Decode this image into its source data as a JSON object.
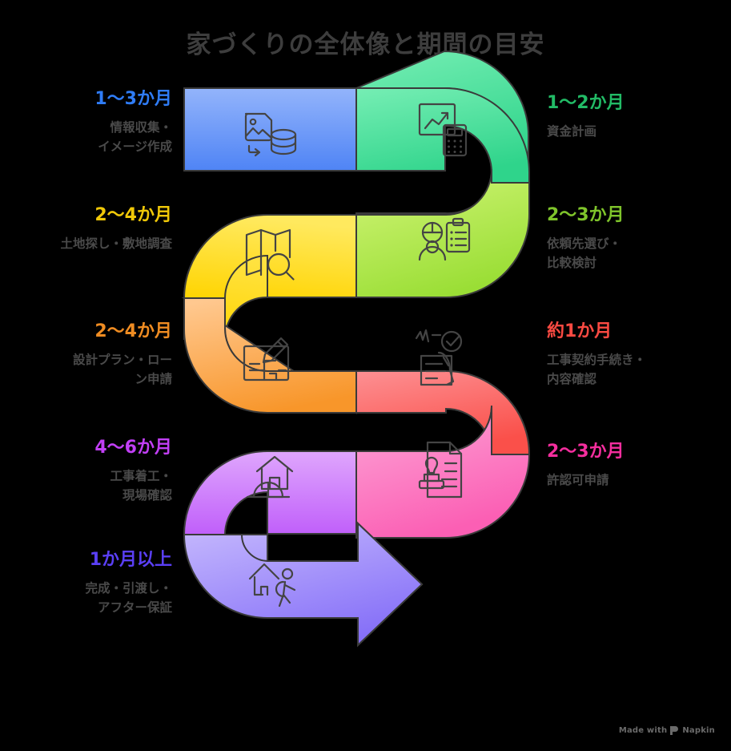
{
  "title": "家づくりの全体像と期間の目安",
  "watermark": {
    "text": "Made with",
    "brand": "Napkin",
    "mark_icon": "napkin-logo-icon"
  },
  "colors": {
    "step1": "#5b8df6",
    "step2": "#3ddc97",
    "step3": "#a8e24a",
    "step4": "#ffd60a",
    "step5": "#f59b3c",
    "step6": "#fb5a52",
    "step7": "#fb5aad",
    "step8": "#c46bfb",
    "step9": "#7b6cf6",
    "band_text": "#4a4a4a",
    "title_text": "#3d3d3d",
    "background": "#000000",
    "icon_stroke": "#444444"
  },
  "steps": [
    {
      "index": 1,
      "side": "left",
      "duration": "1〜3か月",
      "description": "情報収集・\nイメージ作成",
      "duration_color": "#2f7cf6",
      "band_from": "#93b4fb",
      "band_to": "#4f84f5",
      "icon": "image-to-database-icon"
    },
    {
      "index": 2,
      "side": "right",
      "duration": "1〜2か月",
      "description": "資金計画",
      "duration_color": "#22bb66",
      "band_from": "#76eeb4",
      "band_to": "#2fd48b",
      "icon": "chart-calculator-icon"
    },
    {
      "index": 3,
      "side": "right",
      "duration": "2〜3か月",
      "description": "依頼先選び・\n比較検討",
      "duration_color": "#7fc42b",
      "band_from": "#d2f578",
      "band_to": "#9ade35",
      "icon": "worker-clipboard-icon"
    },
    {
      "index": 4,
      "side": "left",
      "duration": "2〜4か月",
      "description": "土地探し・敷地調査",
      "duration_color": "#f0c808",
      "band_from": "#ffe95e",
      "band_to": "#ffd400",
      "icon": "map-search-icon"
    },
    {
      "index": 5,
      "side": "left",
      "duration": "2〜4か月",
      "description": "設計プラン・ロー\nン申請",
      "duration_color": "#ef8c22",
      "band_from": "#ffc07e",
      "band_to": "#f8972c",
      "icon": "blueprint-pencil-icon"
    },
    {
      "index": 6,
      "side": "right",
      "duration": "約1か月",
      "description": "工事契約手続き・\n内容確認",
      "duration_color": "#fb4a42",
      "band_from": "#fd8f90",
      "band_to": "#fa5048",
      "icon": "contract-signing-icon"
    },
    {
      "index": 7,
      "side": "right",
      "duration": "2〜3か月",
      "description": "許認可申請",
      "duration_color": "#f52e9e",
      "band_from": "#fda3d6",
      "band_to": "#fb5fb4",
      "icon": "stamped-document-icon"
    },
    {
      "index": 8,
      "side": "left",
      "duration": "4〜6か月",
      "description": "工事着工・\n現場確認",
      "duration_color": "#c13ff5",
      "band_from": "#e0a6fd",
      "band_to": "#c060fa",
      "icon": "house-construction-icon"
    },
    {
      "index": 9,
      "side": "left",
      "duration": "1か月以上",
      "description": "完成・引渡し・\nアフター保証",
      "duration_color": "#5a3ff5",
      "band_from": "#bfb1fd",
      "band_to": "#8a72f8",
      "icon": "house-handover-icon"
    }
  ]
}
